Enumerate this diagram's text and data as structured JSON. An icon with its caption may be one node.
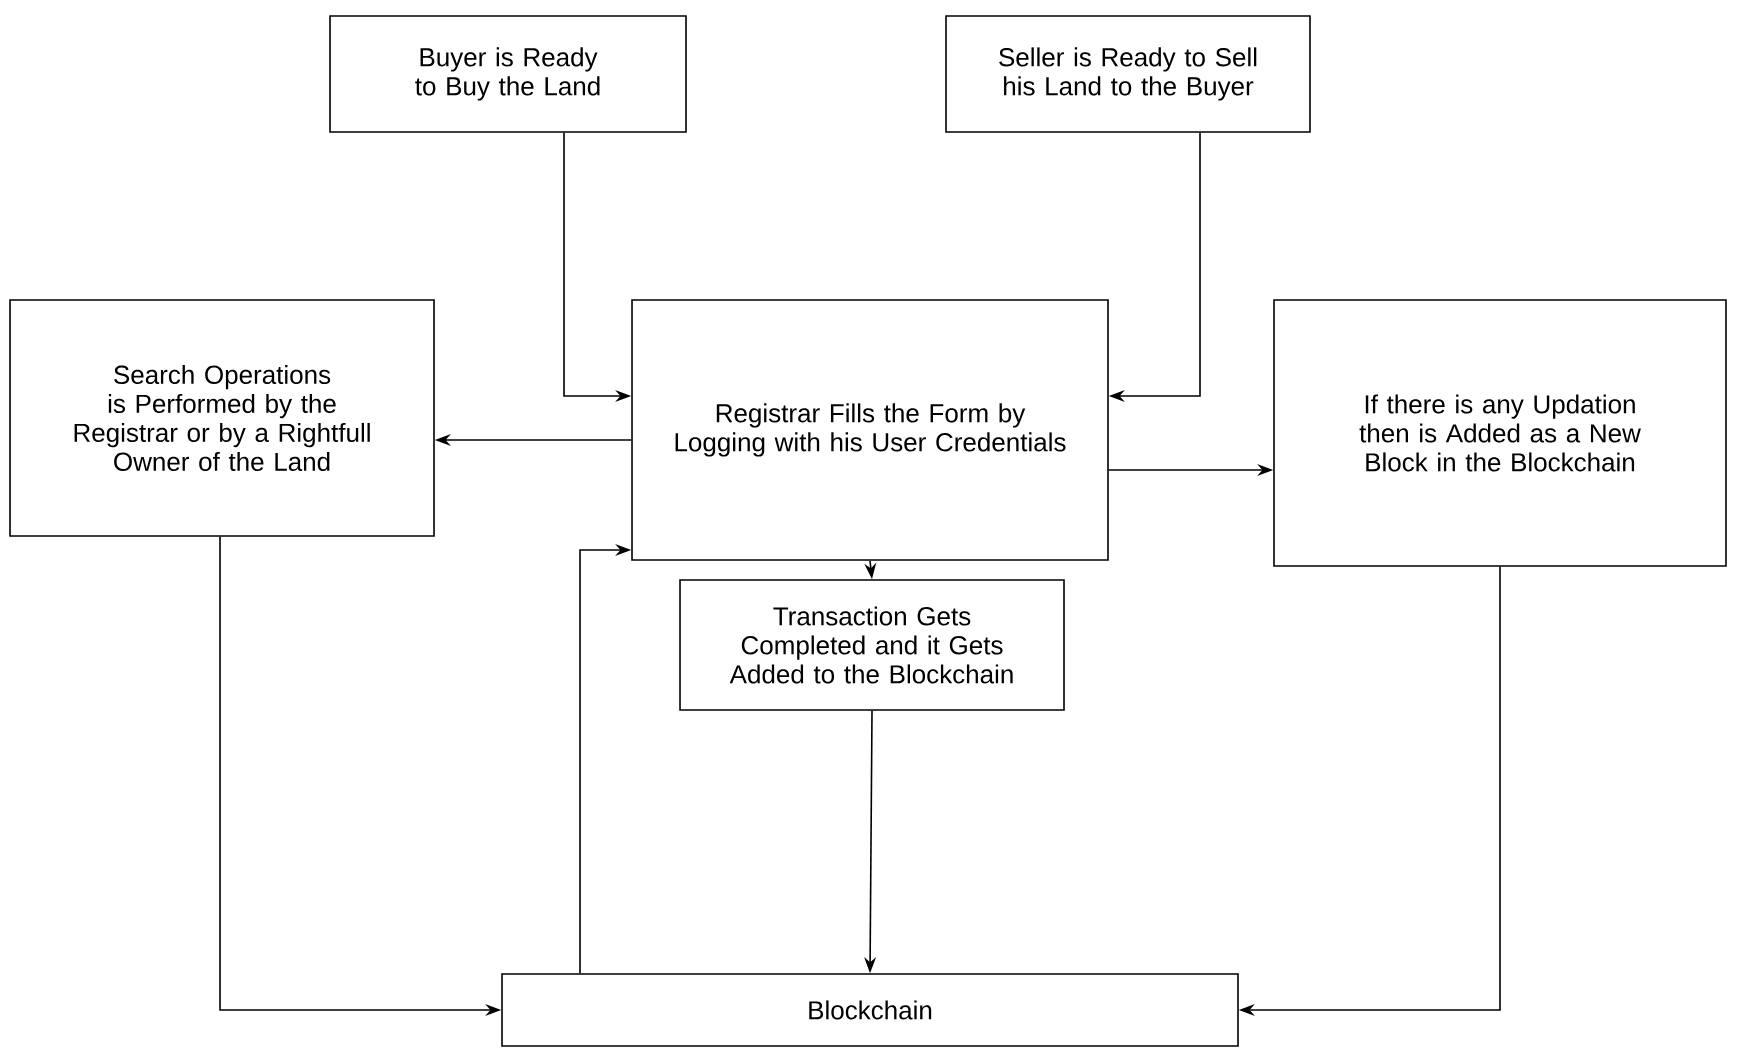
{
  "diagram": {
    "nodes": [
      {
        "text": [
          "Buyer is Ready to Buy the Land"
        ]
      },
      {
        "text": [
          "Seller is Ready to Sell his Land to the Buyer"
        ]
      },
      {
        "text": [
          "Search Operations is Performed by the Registrar or by a Rightfull Owner of the Land"
        ]
      },
      {
        "text": [
          "Registrar Fills the Form by Logging with his User Credentials"
        ]
      },
      {
        "text": [
          "If there is any Updation then is Added as a New Block in the Blockchain"
        ]
      },
      {
        "text": [
          "Transaction Gets Completed and it Gets Added to the Blockchain"
        ]
      },
      {
        "text": [
          "Blockchain"
        ]
      }
    ],
    "edges": [
      {
        "from": 0,
        "to": 3,
        "arrow": "to"
      },
      {
        "from": 1,
        "to": 3,
        "arrow": "to"
      },
      {
        "from": 3,
        "to": 2,
        "arrow": "to"
      },
      {
        "from": 3,
        "to": 4,
        "arrow": "to"
      },
      {
        "from": 6,
        "to": 3,
        "arrow": "to"
      },
      {
        "from": 3,
        "to": 5,
        "arrow": "to"
      },
      {
        "from": 5,
        "to": 6,
        "arrow": "to"
      },
      {
        "from": 2,
        "to": 6,
        "arrow": "to"
      },
      {
        "from": 4,
        "to": 6,
        "arrow": "to"
      }
    ]
  }
}
